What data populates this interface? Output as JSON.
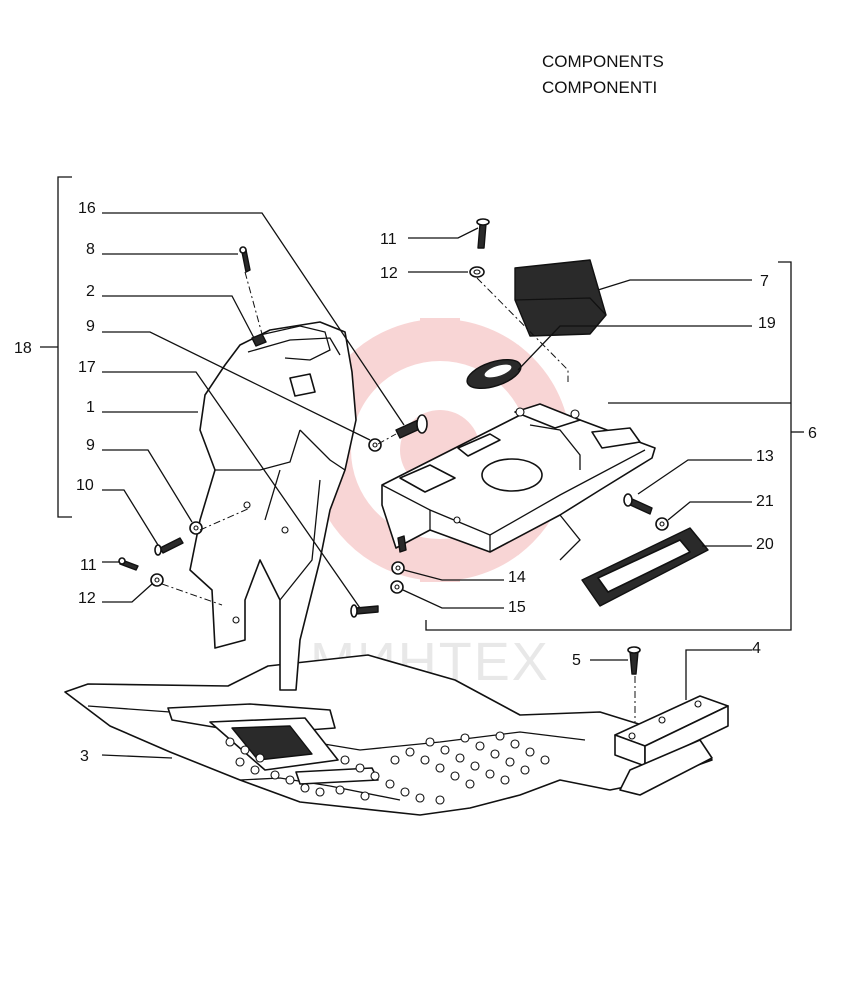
{
  "title": {
    "line1": "COMPONENTS",
    "line2": "COMPONENTI"
  },
  "watermark": {
    "text": "МИНТЕХ",
    "color": "#f3b3b3"
  },
  "callouts": [
    {
      "id": "c16",
      "label": "16"
    },
    {
      "id": "c8",
      "label": "8"
    },
    {
      "id": "c2",
      "label": "2"
    },
    {
      "id": "c9a",
      "label": "9"
    },
    {
      "id": "c17",
      "label": "17"
    },
    {
      "id": "c1",
      "label": "1"
    },
    {
      "id": "c9b",
      "label": "9"
    },
    {
      "id": "c10",
      "label": "10"
    },
    {
      "id": "c11a",
      "label": "11"
    },
    {
      "id": "c12a",
      "label": "12"
    },
    {
      "id": "c18",
      "label": "18"
    },
    {
      "id": "c11b",
      "label": "11"
    },
    {
      "id": "c12b",
      "label": "12"
    },
    {
      "id": "c7",
      "label": "7"
    },
    {
      "id": "c19",
      "label": "19"
    },
    {
      "id": "c6",
      "label": "6"
    },
    {
      "id": "c13",
      "label": "13"
    },
    {
      "id": "c21",
      "label": "21"
    },
    {
      "id": "c20",
      "label": "20"
    },
    {
      "id": "c14",
      "label": "14"
    },
    {
      "id": "c15",
      "label": "15"
    },
    {
      "id": "c4",
      "label": "4"
    },
    {
      "id": "c5",
      "label": "5"
    },
    {
      "id": "c3",
      "label": "3"
    }
  ]
}
